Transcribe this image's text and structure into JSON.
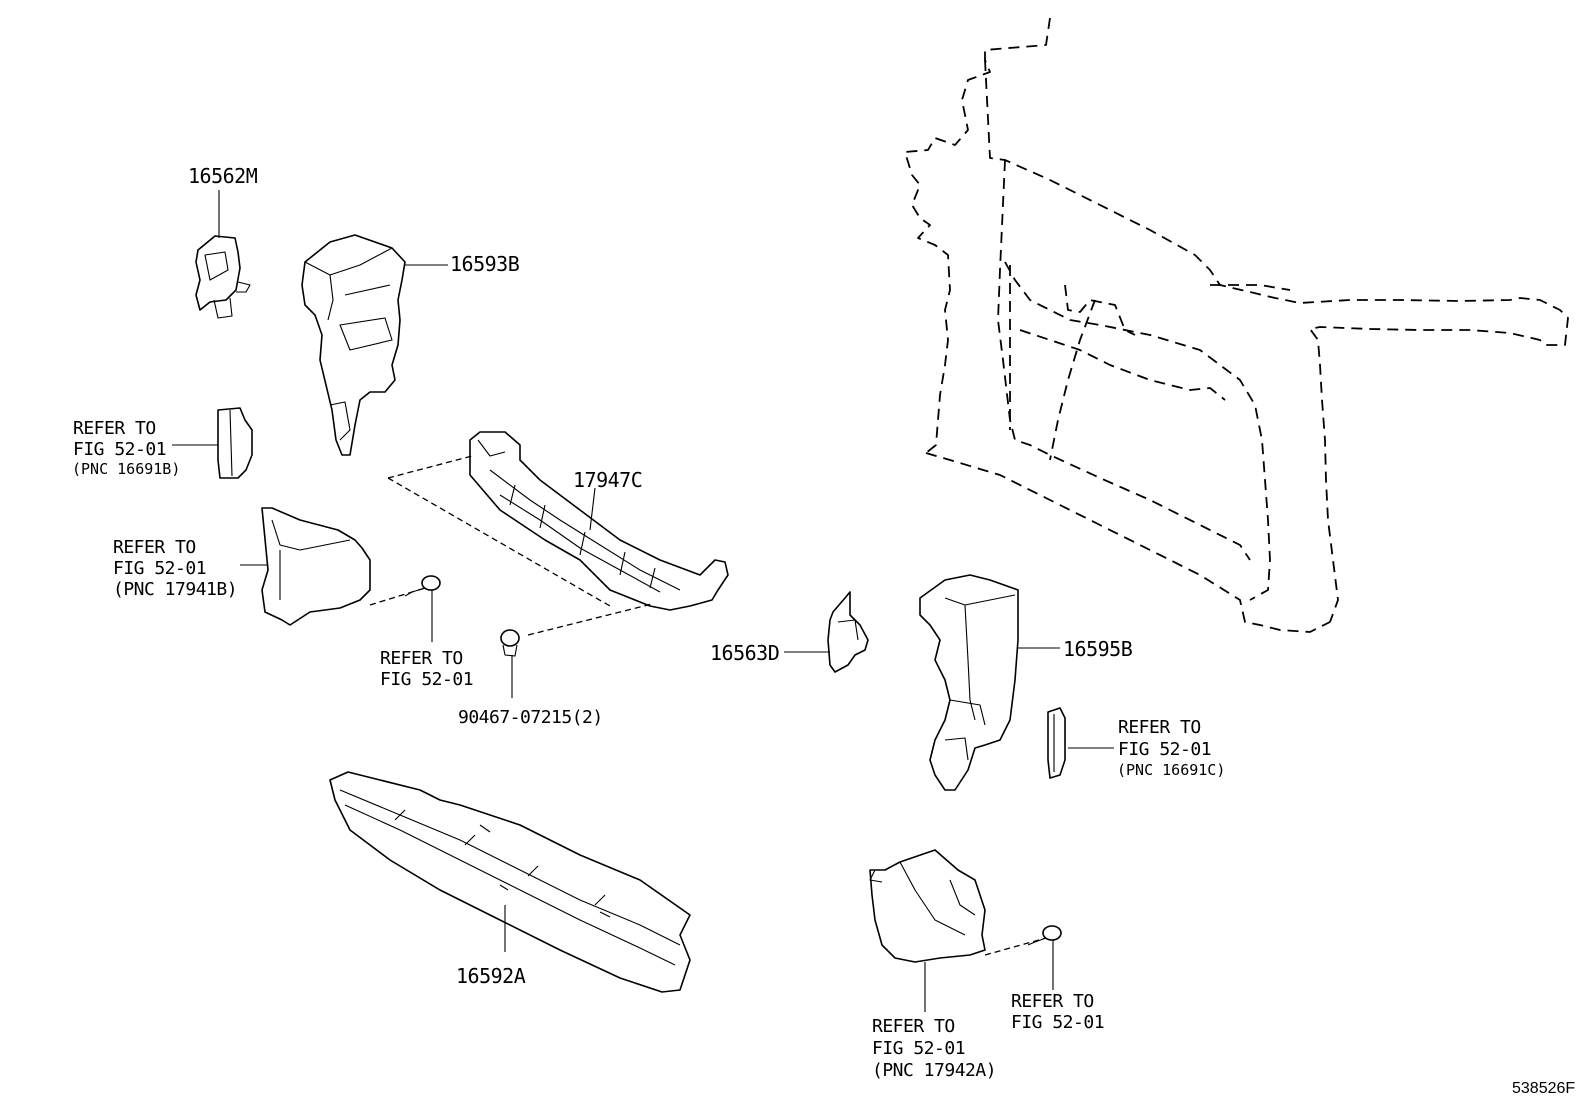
{
  "part_labels": {
    "p16562m": "16562M",
    "p16593b": "16593B",
    "p17947c": "17947C",
    "p16563d": "16563D",
    "p16595b": "16595B",
    "p16592a": "16592A",
    "p90467": "90467-07215(2)"
  },
  "refs": {
    "ref1": {
      "line1": "REFER TO",
      "line2": "FIG 52-01",
      "line3": "(PNC 16691B)"
    },
    "ref2": {
      "line1": "REFER TO",
      "line2": "FIG 52-01",
      "line3": "(PNC 17941B)"
    },
    "ref3": {
      "line1": "REFER TO",
      "line2": "FIG 52-01"
    },
    "ref4": {
      "line1": "REFER TO",
      "line2": "FIG 52-01",
      "line3": "(PNC 16691C)"
    },
    "ref5": {
      "line1": "REFER TO",
      "line2": "FIG 52-01",
      "line3": "(PNC 17942A)"
    },
    "ref6": {
      "line1": "REFER TO",
      "line2": "FIG 52-01"
    }
  },
  "figure_id": "538526F"
}
